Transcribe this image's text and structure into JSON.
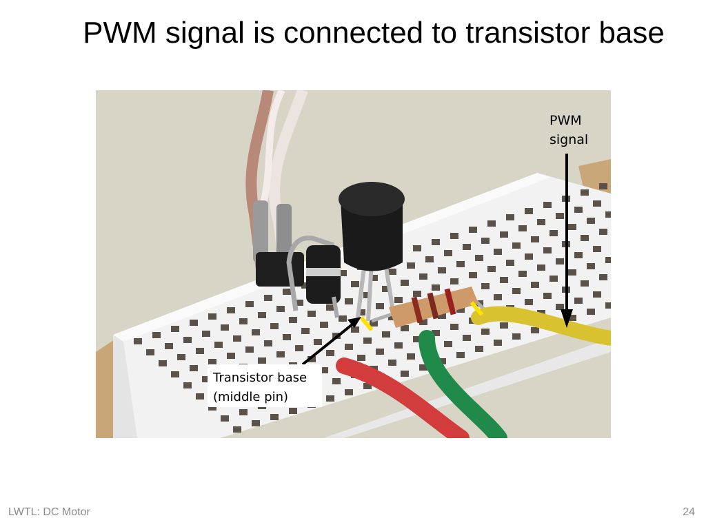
{
  "slide": {
    "title": "PWM signal is connected to transistor base"
  },
  "photo": {
    "pwm_label_line1": "PWM",
    "pwm_label_line2": "signal",
    "base_label_line1": "Transistor base",
    "base_label_line2": "(middle pin)"
  },
  "footer": {
    "left": "LWTL: DC Motor",
    "page_number": "24"
  }
}
